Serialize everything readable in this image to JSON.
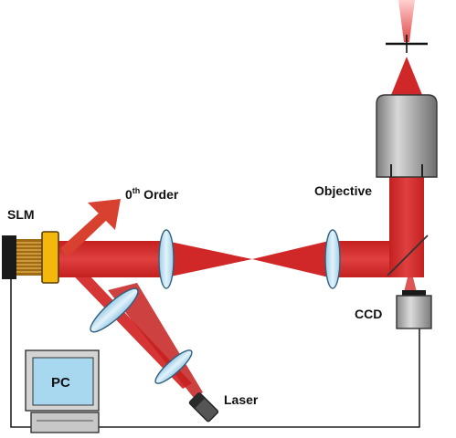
{
  "labels": {
    "slm": "SLM",
    "zero_order_base": "0",
    "zero_order_sup": "th",
    "zero_order_rest": " Order",
    "objective": "Objective",
    "ccd": "CCD",
    "pc": "PC",
    "laser": "Laser"
  },
  "colors": {
    "beam": "#d42a2a",
    "beam_light": "#ec5050",
    "lens_fill": "#bfe0f0",
    "lens_stroke": "#3a6a8a",
    "slm_frame": "#f0b400",
    "objective_body": "#a8a8a8",
    "pc_screen": "#a8d8f0",
    "cable": "#222222"
  },
  "icons": {
    "slm": "spatial-light-modulator-icon",
    "laser": "laser-source-icon",
    "objective": "microscope-objective-icon",
    "ccd": "ccd-camera-icon",
    "pc": "computer-icon",
    "mirror": "dichroic-mirror-icon",
    "lens": "lens-icon"
  }
}
